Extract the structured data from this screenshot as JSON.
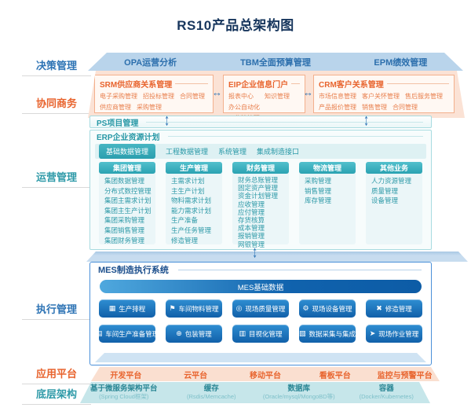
{
  "title": "RS10产品总架构图",
  "icons": {
    "h_sync": "↔",
    "v_sync": "↕"
  },
  "colors": {
    "title_navy": "#17365d",
    "blue_accent": "#2e74b5",
    "blue_banner": "#b9d4eb",
    "orange_accent": "#e8642e",
    "peach_banner": "#fbe2d5",
    "teal_accent": "#2798a6",
    "teal_banner": "#c6e6ea",
    "mes_border_blue": "#4a90d9",
    "mes_button_blue": "#1d74c0"
  },
  "layers": {
    "decision": {
      "side_label": "决策管理",
      "items": [
        "OPA运营分析",
        "TBM全面预算管理",
        "EPM绩效管理"
      ]
    },
    "collaboration": {
      "side_label": "协同商务",
      "srm": {
        "title": "SRM供应商关系管理",
        "items": [
          "电子采购管理",
          "招投标管理",
          "合同管理",
          "供应商管理",
          "采购管理"
        ]
      },
      "eip": {
        "title": "EIP企业信息门户",
        "items": [
          "报表中心",
          "知识管理",
          "办公自动化",
          "工作流管理"
        ]
      },
      "crm": {
        "title": "CRM客户关系管理",
        "items": [
          "市场信息管理",
          "客户关怀管理",
          "售后服务管理",
          "产品报价管理",
          "销售管理",
          "合同管理"
        ]
      }
    },
    "operation": {
      "side_label": "运营管理",
      "ps_title": "PS项目管理",
      "erp_title": "ERP企业资源计划",
      "tabs": [
        "基础数据管理",
        "工程数据管理",
        "系统管理",
        "集成制造接口"
      ],
      "columns": [
        {
          "header": "集团管理",
          "items": [
            "集团数据管理",
            "分布式数控管理",
            "集团主需求计划",
            "集团主生产计划",
            "集团采购管理",
            "集团销售管理",
            "集团财务管理"
          ]
        },
        {
          "header": "生产管理",
          "items": [
            "主需求计划",
            "主生产计划",
            "物料需求计划",
            "能力需求计划",
            "生产准备",
            "生产任务管理",
            "修造管理"
          ]
        },
        {
          "header": "财务管理",
          "items": [
            "财务总账管理",
            "固定资产管理",
            "资金计划管理",
            "应收管理",
            "应付管理",
            "存货核算",
            "成本管理",
            "报销管理",
            "网银管理"
          ]
        },
        {
          "header": "物流管理",
          "items": [
            "采购管理",
            "销售管理",
            "库存管理"
          ]
        },
        {
          "header": "其他业务",
          "items": [
            "人力资源管理",
            "质量管理",
            "设备管理"
          ]
        }
      ]
    },
    "execution": {
      "side_label": "执行管理",
      "mes_title": "MES制造执行系统",
      "base_data_bar": "MES基础数据",
      "buttons_row1": [
        {
          "icon": "schedule-grid-icon",
          "label": "生产排程"
        },
        {
          "icon": "forklift-icon",
          "label": "车间物料管理"
        },
        {
          "icon": "quality-magnifier-icon",
          "label": "现场质量管理"
        },
        {
          "icon": "equipment-gear-icon",
          "label": "现场设备管理"
        },
        {
          "icon": "repair-tools-icon",
          "label": "修造管理"
        }
      ],
      "buttons_row2": [
        {
          "icon": "prep-checklist-icon",
          "label": "车间生产准备管理"
        },
        {
          "icon": "package-globe-icon",
          "label": "包装管理"
        },
        {
          "icon": "visualization-screen-icon",
          "label": "目视化管理"
        },
        {
          "icon": "data-collection-icon",
          "label": "数据采集与集成"
        },
        {
          "icon": "field-operation-pointer-icon",
          "label": "现场作业管理"
        }
      ]
    },
    "application": {
      "side_label": "应用平台",
      "items": [
        "开发平台",
        "云平台",
        "移动平台",
        "看板平台",
        "监控与预警平台"
      ]
    },
    "infrastructure": {
      "side_label": "底层架构",
      "items": [
        {
          "title": "基于微服务架构平台",
          "sub": "(Spring Cloud框架)"
        },
        {
          "title": "缓存",
          "sub": "(Rsdis/Memcache)"
        },
        {
          "title": "数据库",
          "sub": "(Oracle/mysql/MongoBD等)"
        },
        {
          "title": "容器",
          "sub": "(Docker/Kubernetes)"
        }
      ]
    }
  }
}
